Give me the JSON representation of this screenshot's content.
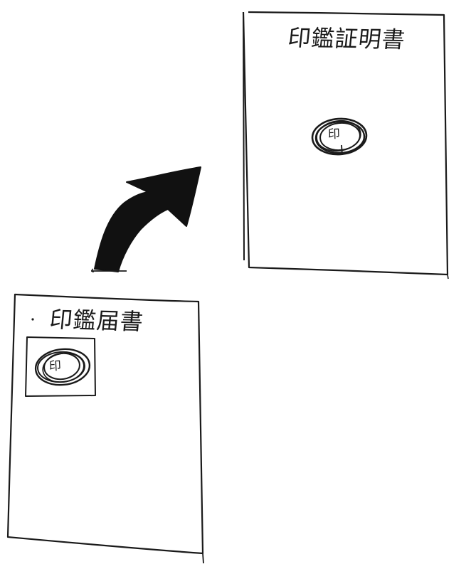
{
  "registration_form": {
    "title": "印鑑届書",
    "seal_glyph": "印"
  },
  "certificate": {
    "title": "印鑑証明書",
    "seal_glyph": "印"
  },
  "colors": {
    "ink": "#1a1a1a",
    "paper": "#ffffff"
  },
  "icons": {
    "flow": "curved-arrow-icon",
    "seal": "seal-stamp-icon"
  }
}
